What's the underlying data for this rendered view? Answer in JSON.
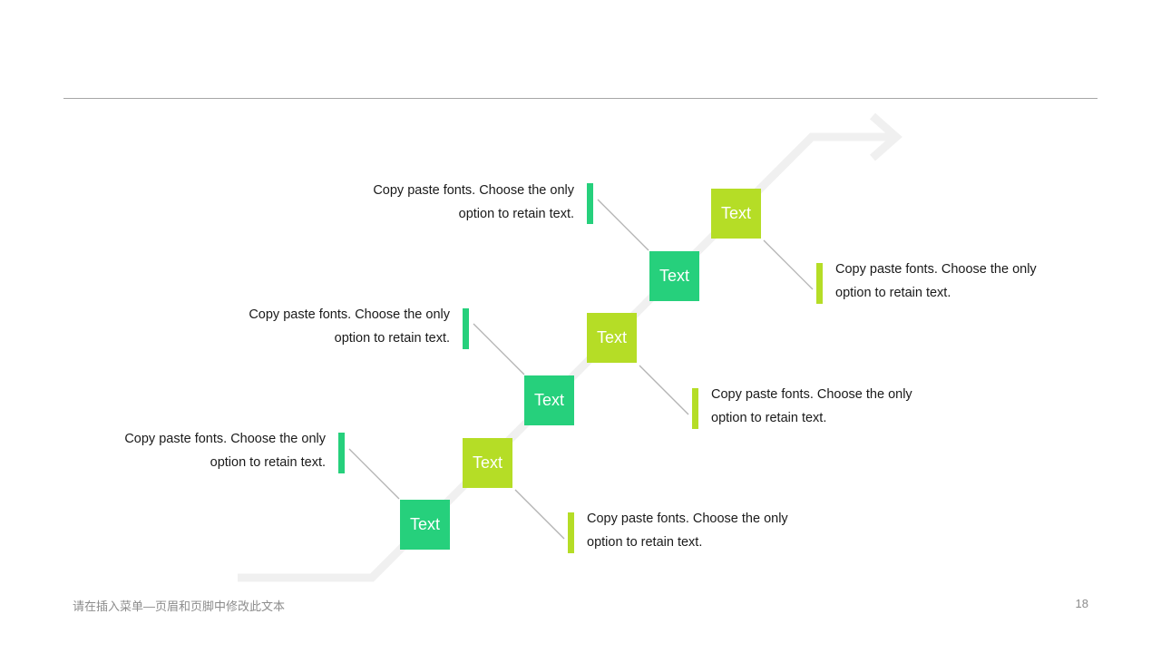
{
  "steps": [
    {
      "label": "Text",
      "caption_line1": "Copy paste fonts. Choose the only",
      "caption_line2": "option to retain text."
    },
    {
      "label": "Text",
      "caption_line1": "Copy paste fonts. Choose the only",
      "caption_line2": "option to retain text."
    },
    {
      "label": "Text",
      "caption_line1": "Copy paste fonts. Choose the only",
      "caption_line2": "option to retain text."
    },
    {
      "label": "Text",
      "caption_line1": "Copy paste fonts. Choose the only",
      "caption_line2": "option to retain text."
    },
    {
      "label": "Text",
      "caption_line1": "Copy paste fonts. Choose the only",
      "caption_line2": "option to retain text."
    },
    {
      "label": "Text",
      "caption_line1": "Copy paste fonts. Choose the only",
      "caption_line2": "option to retain text."
    }
  ],
  "colors": {
    "green": "#26d07c",
    "lime": "#b5dd26",
    "arrow": "#f0f0f0",
    "connector": "#b3b3b3"
  },
  "footer": {
    "text": "请在插入菜单—页眉和页脚中修改此文本",
    "page_number": "18"
  }
}
